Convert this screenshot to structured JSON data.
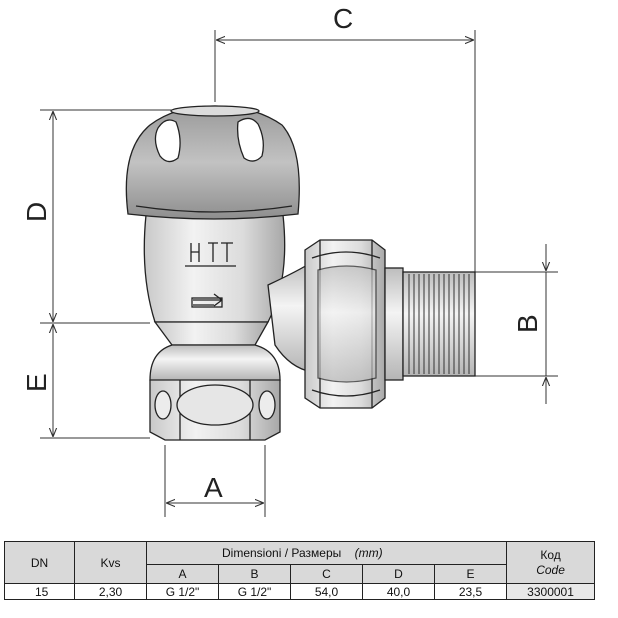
{
  "dimension_labels": {
    "c": "C",
    "d": "D",
    "e": "E",
    "a": "A",
    "b": "B"
  },
  "table": {
    "headers": {
      "dn": "DN",
      "kvs": "Kvs",
      "dimensions_it": "Dimensioni",
      "separator": "/",
      "dimensions_ru": "Размеры",
      "unit": "(mm)",
      "code_ru": "Код",
      "code_en": "Code",
      "a": "A",
      "b": "B",
      "c": "C",
      "d": "D",
      "e": "E"
    },
    "row": {
      "dn": "15",
      "kvs": "2,30",
      "a": "G 1/2\"",
      "b": "G 1/2\"",
      "c": "54,0",
      "d": "40,0",
      "e": "23,5",
      "code": "3300001"
    }
  }
}
